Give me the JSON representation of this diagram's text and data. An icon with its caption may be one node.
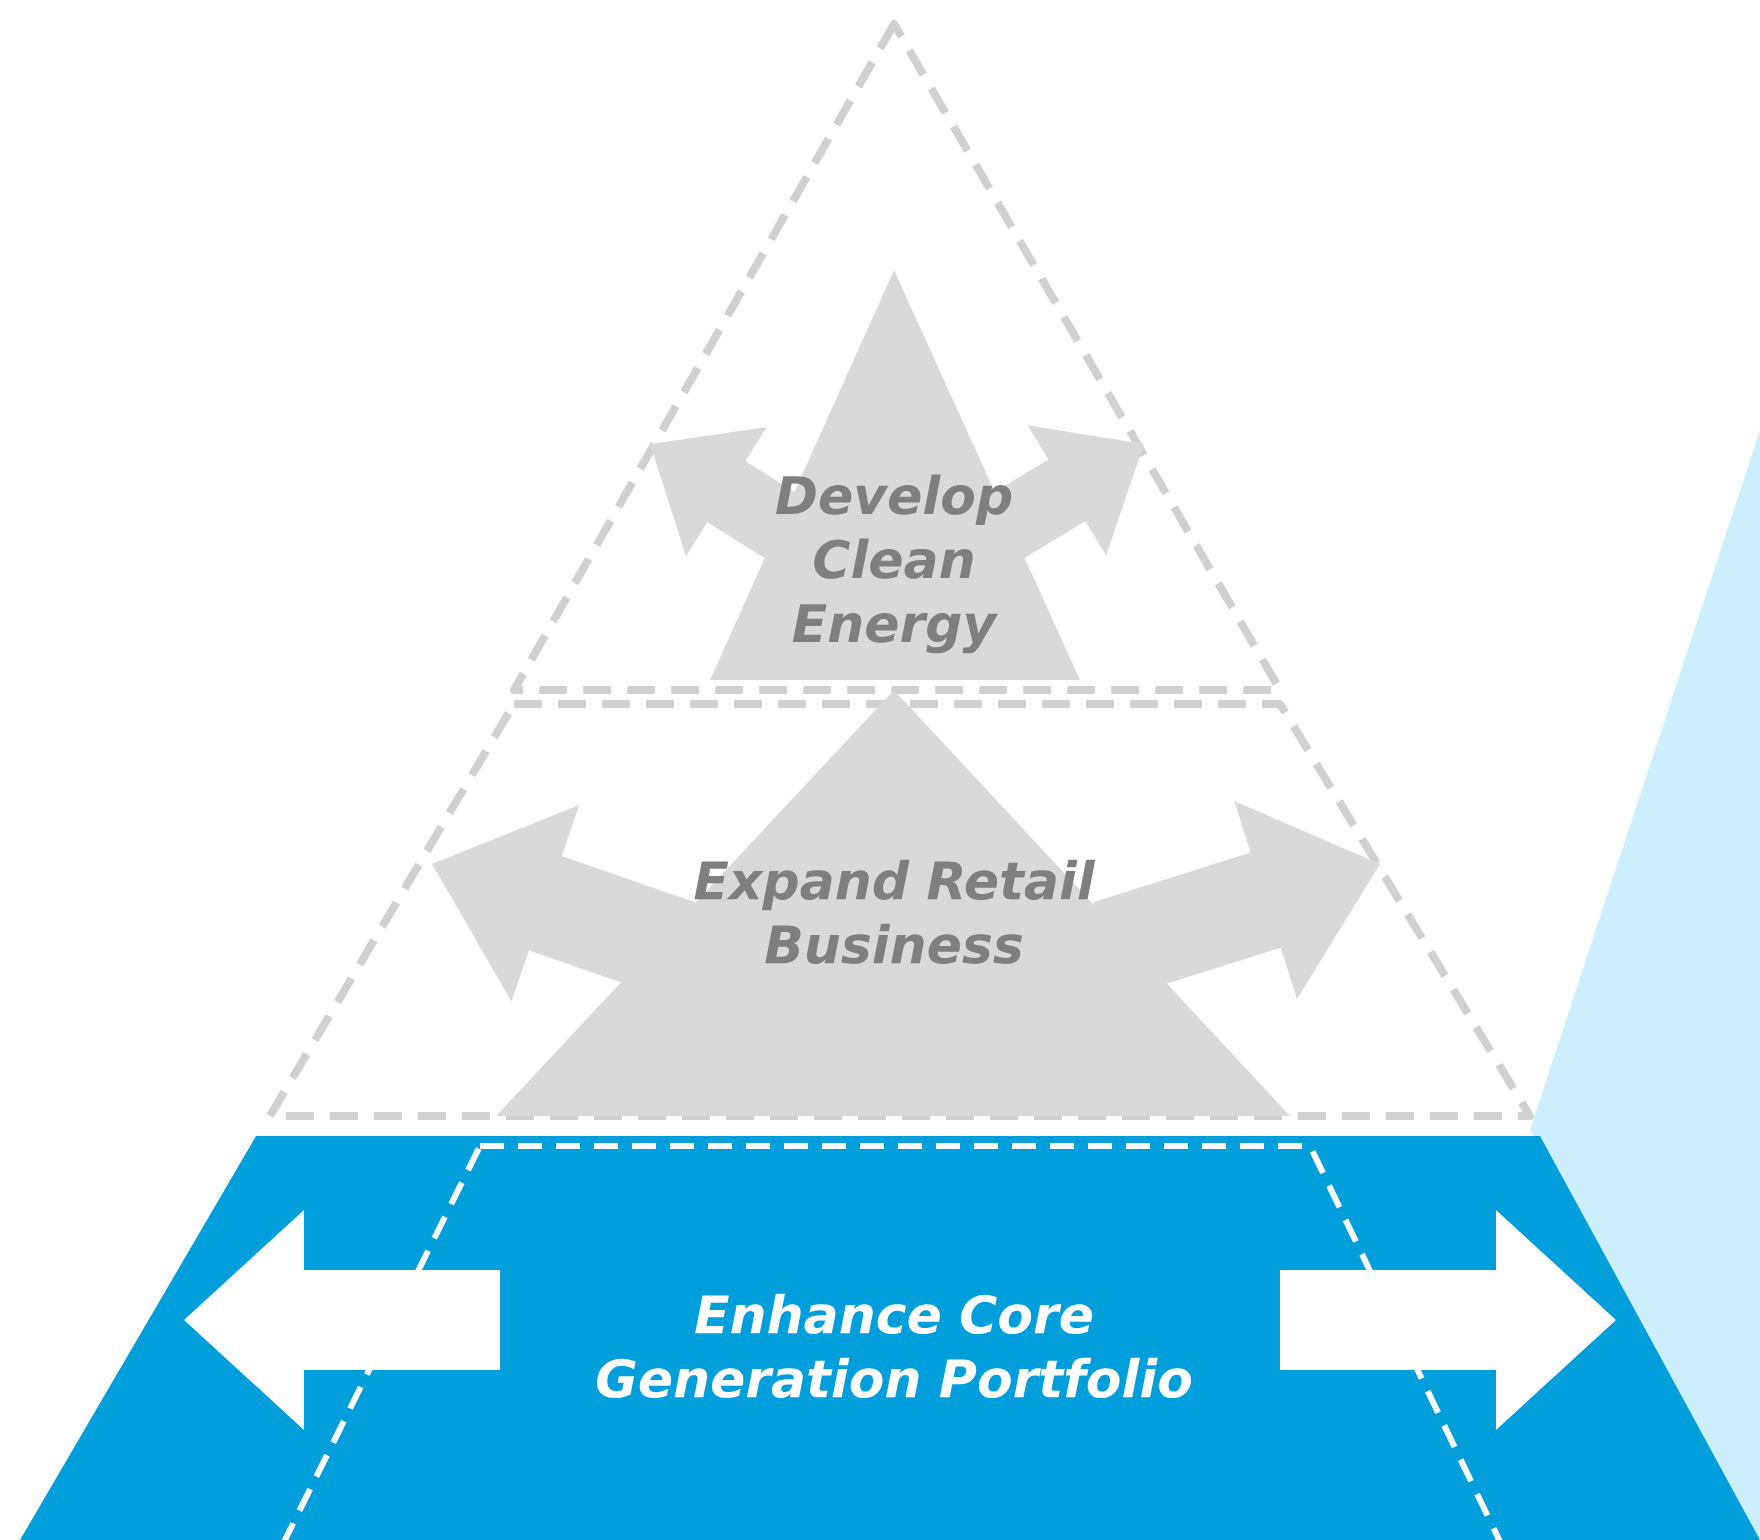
{
  "diagram": {
    "nodes": [
      {
        "text": [
          "Develop Clean Energy"
        ]
      },
      {
        "text": [
          "Expand Retail Business"
        ]
      },
      {
        "text": [
          "Enhance Core Generation Portfolio"
        ]
      }
    ]
  }
}
